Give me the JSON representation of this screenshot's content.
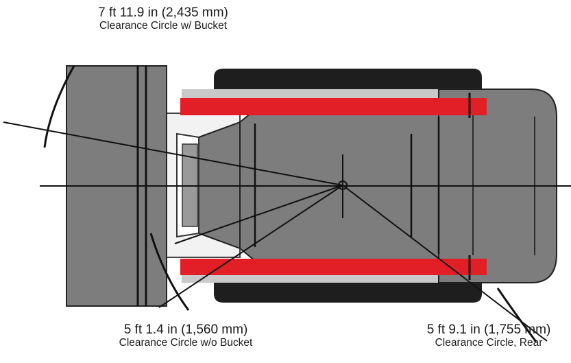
{
  "labels": {
    "bucket": {
      "measure": "7 ft 11.9 in (2,435 mm)",
      "caption": "Clearance Circle w/ Bucket"
    },
    "no_bucket": {
      "measure": "5 ft 1.4 in (1,560 mm)",
      "caption": "Clearance Circle w/o Bucket"
    },
    "rear": {
      "measure": "5 ft 9.1 in (1,755 mm)",
      "caption": "Clearance Circle, Rear"
    }
  },
  "colors": {
    "body": "#7d7d7d",
    "track": "#1e1e1e",
    "track_frame": "#e21f26",
    "line": "#111111"
  }
}
